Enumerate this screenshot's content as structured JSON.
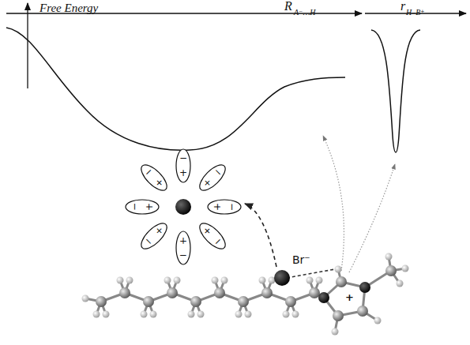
{
  "diagram": {
    "nodes": [
      {
        "text": [
          "−",
          "+"
        ]
      },
      {
        "text": [
          "−",
          "+"
        ]
      },
      {
        "text": [
          "−",
          "+"
        ]
      },
      {
        "text": [
          "−",
          "+"
        ]
      },
      {
        "text": [
          "−",
          "+"
        ]
      },
      {
        "text": [
          "−",
          "+"
        ]
      },
      {
        "text": [
          "−",
          "+"
        ]
      },
      {
        "text": [
          "−",
          "+"
        ]
      }
    ],
    "labels": [
      "Free Energy",
      "R",
      "A⁻…H",
      "r",
      "H–B⁺",
      "Br⁻",
      "+"
    ]
  }
}
